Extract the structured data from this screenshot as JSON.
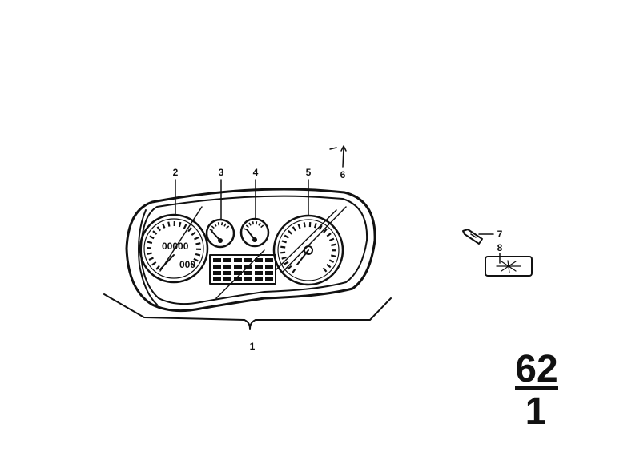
{
  "diagram": {
    "callouts": [
      {
        "id": "callout-1",
        "label": "1"
      },
      {
        "id": "callout-2",
        "label": "2"
      },
      {
        "id": "callout-3",
        "label": "3"
      },
      {
        "id": "callout-4",
        "label": "4"
      },
      {
        "id": "callout-5",
        "label": "5"
      },
      {
        "id": "callout-6",
        "label": "6"
      },
      {
        "id": "callout-7",
        "label": "7"
      },
      {
        "id": "callout-8",
        "label": "8"
      }
    ],
    "speedo_text": {
      "odometer": "00000",
      "trip": "000"
    },
    "group_badge": {
      "top": "62",
      "bottom": "1"
    }
  }
}
